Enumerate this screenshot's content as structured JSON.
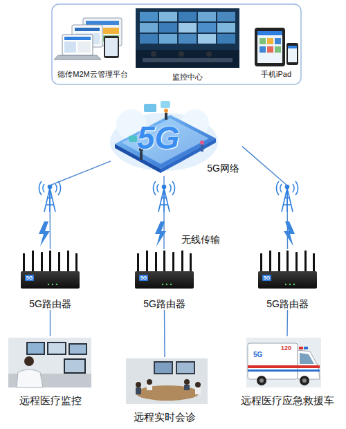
{
  "diagram": {
    "nodes": [
      {
        "text": [
          "德传M2M云管理平台"
        ]
      },
      {
        "text": [
          "监控中心"
        ]
      },
      {
        "text": [
          "手机iPad"
        ]
      },
      {
        "text": [
          "5G",
          "5G网络"
        ]
      },
      {
        "text": [
          "5G路由器"
        ]
      },
      {
        "text": [
          "5G路由器"
        ]
      },
      {
        "text": [
          "5G路由器"
        ]
      },
      {
        "text": [
          "远程医疗监控"
        ]
      },
      {
        "text": [
          "远程实时会诊"
        ]
      },
      {
        "text": [
          "远程医疗应急救援车"
        ]
      }
    ],
    "edges": [
      {
        "from": 3,
        "to": 4,
        "arrow": "none"
      },
      {
        "from": 3,
        "to": 5,
        "arrow": "none"
      },
      {
        "from": 3,
        "to": 6,
        "arrow": "none"
      },
      {
        "from": 4,
        "to": 7,
        "arrow": "none"
      },
      {
        "from": 5,
        "to": 8,
        "arrow": "none"
      },
      {
        "from": 6,
        "to": 9,
        "arrow": "none"
      }
    ],
    "labels": [
      "无线传输",
      "5G",
      "5G",
      "5G",
      "120",
      "5G"
    ]
  }
}
